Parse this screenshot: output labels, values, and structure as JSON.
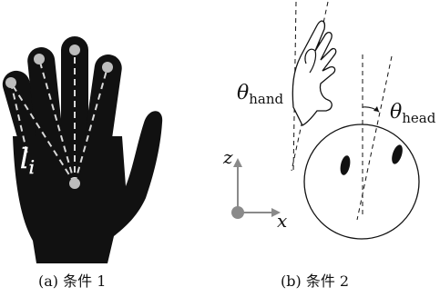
{
  "panel_a": {
    "caption": "(a) 条件 1",
    "label_l": "l",
    "label_i": "i"
  },
  "panel_b": {
    "caption": "(b) 条件 2",
    "theta_hand_symbol": "θ",
    "theta_hand_sub": "hand",
    "theta_head_symbol": "θ",
    "theta_head_sub": "head",
    "axis_z": "z",
    "axis_x": "x"
  },
  "colors": {
    "hand_fill": "#111111",
    "marker": "#bdbdbd",
    "axis": "#8a8a8a",
    "line": "#111111"
  }
}
